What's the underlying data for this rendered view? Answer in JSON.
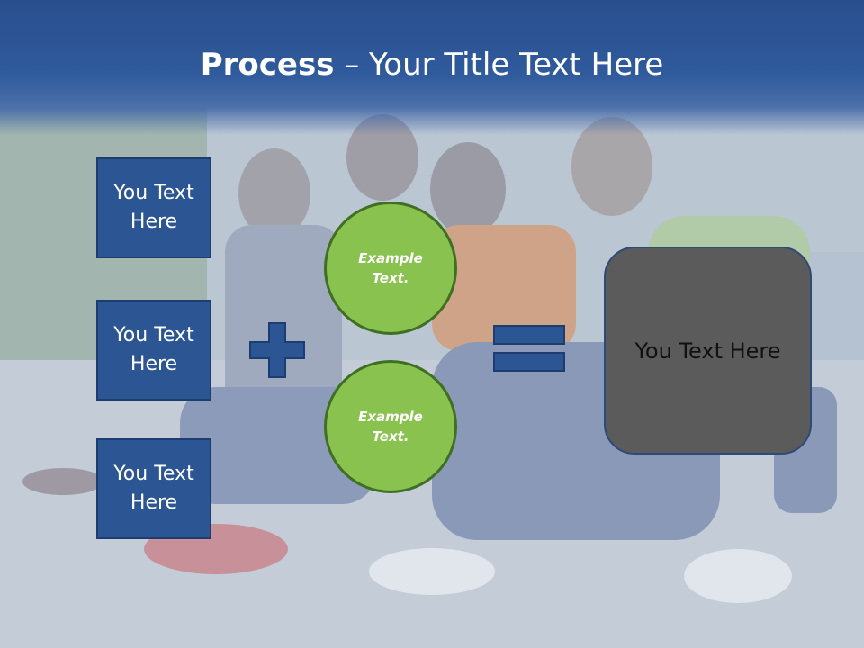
{
  "title": {
    "bold": "Process",
    "rest": " – Your Title Text Here"
  },
  "boxes": [
    "You Text Here",
    "You Text Here",
    "You Text Here"
  ],
  "circles": [
    "Example Text.",
    "Example Text."
  ],
  "result": "You Text Here",
  "symbols": [
    "plus-icon",
    "equals-icon"
  ],
  "colors": {
    "title_bar": "#2f5a9c",
    "box_fill": "#2c5593",
    "circle_fill": "#8ac24f",
    "result_fill": "#5b5b5b"
  }
}
